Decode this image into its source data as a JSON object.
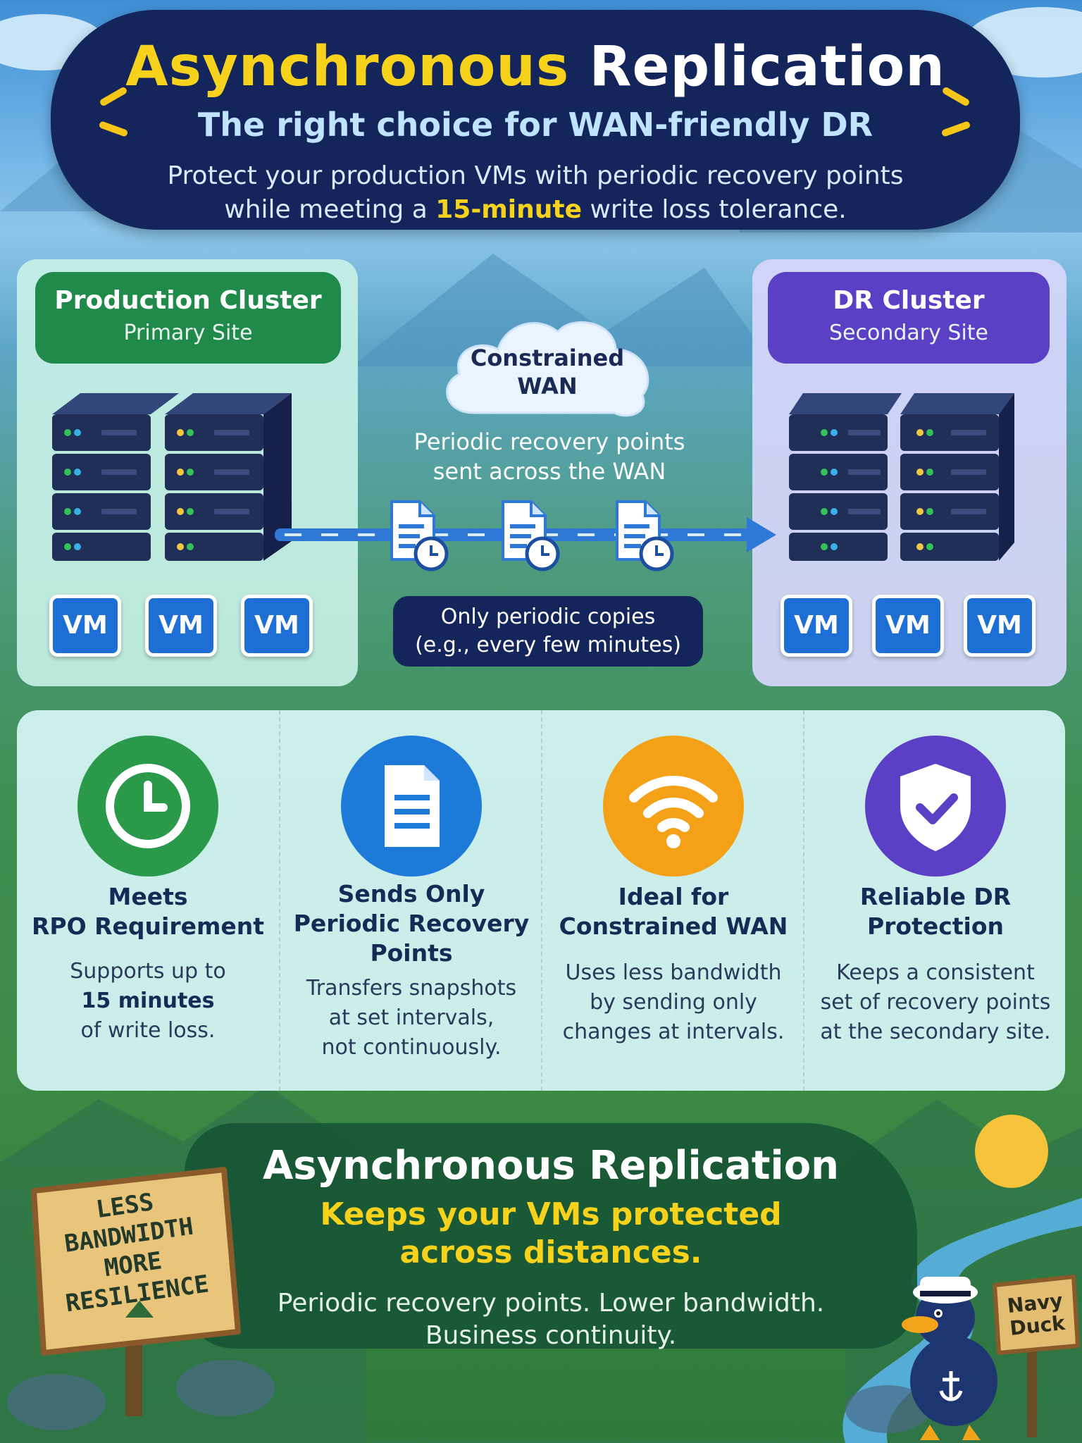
{
  "header": {
    "title_part1": "Asynchronous",
    "title_part2": "Replication",
    "subtitle": "The right choice for WAN-friendly DR",
    "desc_line1": "Protect your production VMs with periodic recovery points",
    "desc_line2_pre": "while meeting a ",
    "desc_line2_highlight": "15-minute",
    "desc_line2_post": " write loss tolerance."
  },
  "production": {
    "title": "Production Cluster",
    "subtitle": "Primary Site",
    "vms": [
      "VM",
      "VM",
      "VM"
    ],
    "color": "#1f8a4a"
  },
  "dr": {
    "title": "DR Cluster",
    "subtitle": "Secondary Site",
    "vms": [
      "VM",
      "VM",
      "VM"
    ],
    "color": "#5b3fc4"
  },
  "wan": {
    "cloud_line1": "Constrained",
    "cloud_line2": "WAN",
    "note_line1": "Periodic recovery points",
    "note_line2": "sent across the WAN",
    "copies_line1": "Only periodic copies",
    "copies_line2": "(e.g., every few minutes)"
  },
  "benefits": [
    {
      "icon": "clock-icon",
      "color": "#2a9a4a",
      "title": [
        "Meets",
        "RPO Requirement"
      ],
      "text_line1": "Supports up to",
      "text_bold": "15 minutes",
      "text_line3": "of write loss."
    },
    {
      "icon": "document-icon",
      "color": "#1e7ad8",
      "title": [
        "Sends Only",
        "Periodic Recovery",
        "Points"
      ],
      "text": [
        "Transfers snapshots",
        "at set intervals,",
        "not continuously."
      ]
    },
    {
      "icon": "wifi-icon",
      "color": "#f5a117",
      "title": [
        "Ideal for",
        "Constrained WAN"
      ],
      "text": [
        "Uses less bandwidth",
        "by sending only",
        "changes at intervals."
      ]
    },
    {
      "icon": "shield-check-icon",
      "color": "#5b3fc4",
      "title": [
        "Reliable DR",
        "Protection"
      ],
      "text": [
        "Keeps a consistent",
        "set of recovery points",
        "at the secondary site."
      ]
    }
  ],
  "footer": {
    "title": "Asynchronous Replication",
    "sub_line1": "Keeps your VMs protected",
    "sub_line2": "across distances.",
    "text_line1": "Periodic recovery points. Lower bandwidth.",
    "text_line2": "Business continuity."
  },
  "sign": {
    "lines": [
      "LESS",
      "BANDWIDTH",
      "MORE",
      "RESILIENCE"
    ]
  },
  "mascot": {
    "sign_line1": "Navy",
    "sign_line2": "Duck"
  }
}
